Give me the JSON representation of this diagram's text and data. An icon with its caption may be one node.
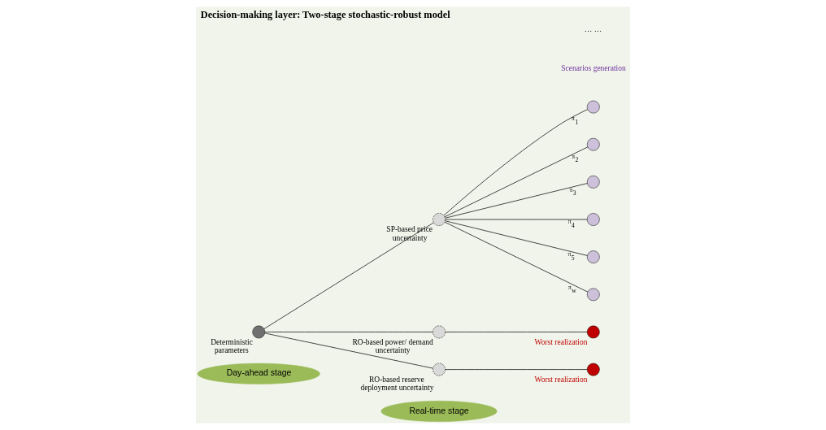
{
  "diagram": {
    "title": "Decision-making layer: Two-stage stochastic-robust model",
    "nodes": [
      {
        "text": [
          "Day-ahead stage"
        ]
      },
      {
        "text": [
          "Real-time stage"
        ]
      },
      {
        "text": [],
        "shape": "circle",
        "beside": [
          "Deterministic parameters"
        ]
      },
      {
        "text": [],
        "shape": "circle",
        "beside": [
          "SP-based price uncertainty"
        ]
      },
      {
        "text": [],
        "shape": "circle",
        "beside": [
          "RO-based power/ demand uncertainty"
        ]
      },
      {
        "text": [],
        "shape": "circle",
        "beside": [
          "RO-based reserve deployment uncertainty"
        ]
      },
      {
        "text": [],
        "shape": "circle"
      },
      {
        "text": [],
        "shape": "circle"
      },
      {
        "text": [],
        "shape": "circle"
      },
      {
        "text": [],
        "shape": "circle"
      },
      {
        "text": [],
        "shape": "circle"
      },
      {
        "text": [],
        "shape": "circle"
      },
      {
        "text": [],
        "shape": "circle",
        "beside": [
          "Worst realization"
        ]
      },
      {
        "text": [],
        "shape": "circle",
        "beside": [
          "Worst realization"
        ]
      }
    ],
    "edges": [
      {
        "from": 2,
        "to": 3,
        "arrow": "none"
      },
      {
        "from": 2,
        "to": 4,
        "arrow": "none"
      },
      {
        "from": 2,
        "to": 5,
        "arrow": "none"
      },
      {
        "from": 3,
        "to": 6,
        "arrow": "none",
        "label": "π$_{1}$"
      },
      {
        "from": 3,
        "to": 7,
        "arrow": "none",
        "label": "π$_{2}$"
      },
      {
        "from": 3,
        "to": 8,
        "arrow": "none",
        "label": "π$_{3}$"
      },
      {
        "from": 3,
        "to": 9,
        "arrow": "none",
        "label": "π$_{4}$"
      },
      {
        "from": 3,
        "to": 10,
        "arrow": "none",
        "label": "π$_{5}$"
      },
      {
        "from": 3,
        "to": 11,
        "arrow": "none",
        "label": "π$_{w}$"
      },
      {
        "from": 4,
        "to": 12,
        "arrow": "none"
      },
      {
        "from": 5,
        "to": 13,
        "arrow": "none"
      }
    ],
    "labels": [
      "Scenarios generation",
      "… …"
    ]
  }
}
